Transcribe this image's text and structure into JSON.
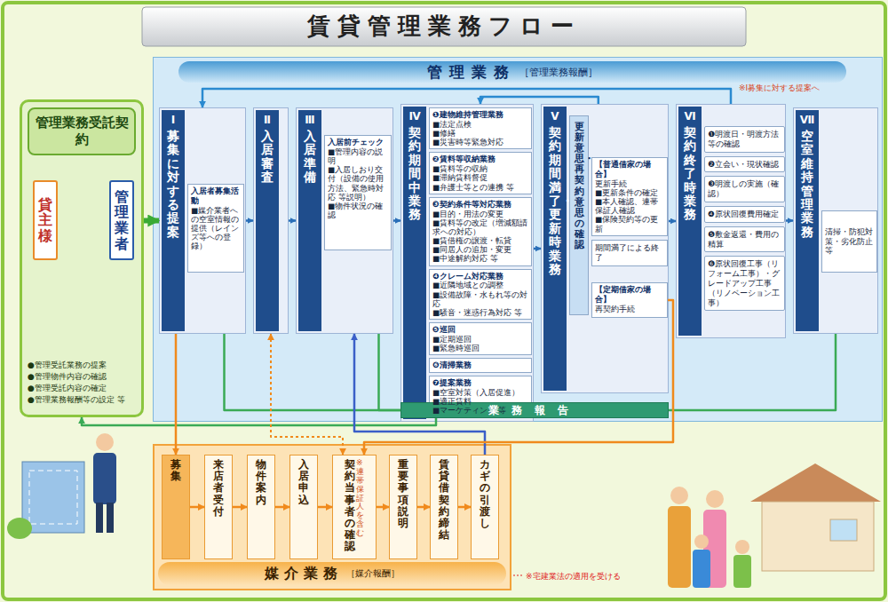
{
  "diagram": {
    "title": "賃貸管理業務フロー",
    "nodes": [
      {
        "text": [
          "管理業務受託契約",
          "●管理受託業務の提案",
          "●管理物件内容の確認",
          "●管理受託内容の確定",
          "●管理業務報酬等の設定 等"
        ]
      },
      {
        "text": [
          "貸主様"
        ],
        "in": 0
      },
      {
        "text": [
          "管理業者"
        ],
        "in": 0
      },
      {
        "text": [
          "管理業務",
          "［管理業務報酬］"
        ]
      },
      {
        "text": [
          "Ⅰ",
          "募集に対する提案"
        ],
        "in": 3
      },
      {
        "text": [
          "入居者募集活動",
          "■媒介業者への空室情報の提供（レインズ等への登録）"
        ],
        "in": 4
      },
      {
        "text": [
          "Ⅱ",
          "入居審査"
        ],
        "in": 3
      },
      {
        "text": [
          "Ⅲ",
          "入居準備"
        ],
        "in": 3
      },
      {
        "text": [
          "入居前チェック",
          "■管理内容の説明",
          "■入居しおり交付（設備の使用方法、緊急時対応 等説明）",
          "■物件状況の確認"
        ],
        "in": 7
      },
      {
        "text": [
          "Ⅳ",
          "契約期間中業務"
        ],
        "in": 3
      },
      {
        "text": [
          "❶建物維持管理業務",
          "■法定点検",
          "■修繕",
          "■災害時等緊急対応"
        ],
        "in": 9
      },
      {
        "text": [
          "❷賃料等収納業務",
          "■賃料等の収納",
          "■滞納賃料督促",
          "■弁護士等との連携 等"
        ],
        "in": 9
      },
      {
        "text": [
          "❸契約条件等対応業務",
          "■目的・用法の変更",
          "■賃料等の改定（増減額請求への対応）",
          "■賃借権の譲渡・転貸",
          "■同居人の追加・変更",
          "■中途解約対応 等"
        ],
        "in": 9
      },
      {
        "text": [
          "❹クレーム対応業務",
          "■近隣地域との調整",
          "■設備故障・水もれ等の対応",
          "■騒音・迷惑行為対応 等"
        ],
        "in": 9
      },
      {
        "text": [
          "❺巡回",
          "■定期巡回",
          "■緊急時巡回"
        ],
        "in": 9
      },
      {
        "text": [
          "❻清掃業務"
        ],
        "in": 9
      },
      {
        "text": [
          "❼提案業務",
          "■空室対策（入居促進）",
          "■適正賃料",
          "■マーケティング 等"
        ],
        "in": 9
      },
      {
        "text": [
          "Ⅴ",
          "契約期間満了・更新時業務"
        ],
        "in": 3
      },
      {
        "text": [
          "更新意思・再契約意思の確認"
        ],
        "in": 17
      },
      {
        "text": [
          "【普通借家の場合】",
          "更新手続",
          "■更新条件の確定",
          "■本人確認、連帯保証人確認",
          "■保険契約等の更新"
        ],
        "in": 17
      },
      {
        "text": [
          "期間満了による終了"
        ],
        "in": 17
      },
      {
        "text": [
          "【定期借家の場合】",
          "再契約手続"
        ],
        "in": 17
      },
      {
        "text": [
          "Ⅵ",
          "契約終了時業務"
        ],
        "in": 3
      },
      {
        "text": [
          "❶明渡日・明渡方法等の確認"
        ],
        "in": 22
      },
      {
        "text": [
          "❷立会い・現状確認"
        ],
        "in": 22
      },
      {
        "text": [
          "❸明渡しの実施（確認）"
        ],
        "in": 22
      },
      {
        "text": [
          "❹原状回復費用確定"
        ],
        "in": 22
      },
      {
        "text": [
          "❺敷金返還・費用の精算"
        ],
        "in": 22
      },
      {
        "text": [
          "❻原状回復工事（リフォーム工事）・グレードアップ工事（リノベーション工事）"
        ],
        "in": 22
      },
      {
        "text": [
          "Ⅶ",
          "空室維持管理業務"
        ],
        "in": 3
      },
      {
        "text": [
          "清掃・防犯対策・劣化防止等"
        ],
        "in": 29
      },
      {
        "text": [
          "業務報告"
        ],
        "in": 3
      },
      {
        "text": [
          "媒介業務",
          "［媒介報酬］"
        ]
      },
      {
        "text": [
          "募集"
        ],
        "in": 32
      },
      {
        "text": [
          "来店者受付"
        ],
        "in": 32
      },
      {
        "text": [
          "物件案内"
        ],
        "in": 32
      },
      {
        "text": [
          "入居申込"
        ],
        "in": 32
      },
      {
        "text": [
          "契約当事者の確認",
          "※連帯保証人を含む"
        ],
        "in": 32
      },
      {
        "text": [
          "重要事項説明"
        ],
        "in": 32
      },
      {
        "text": [
          "賃貸借契約締結"
        ],
        "in": 32
      },
      {
        "text": [
          "カギの引渡し"
        ],
        "in": 32
      }
    ],
    "edges": [
      {
        "from": 0,
        "to": 4,
        "arrow": "to"
      },
      {
        "from": 4,
        "to": 6,
        "arrow": "to"
      },
      {
        "from": 6,
        "to": 7,
        "arrow": "to"
      },
      {
        "from": 7,
        "to": 9,
        "arrow": "to"
      },
      {
        "from": 9,
        "to": 17,
        "arrow": "to"
      },
      {
        "from": 17,
        "to": 22,
        "arrow": "to"
      },
      {
        "from": 22,
        "to": 29,
        "arrow": "to"
      },
      {
        "from": 17,
        "to": 9,
        "arrow": "to"
      },
      {
        "from": 22,
        "to": 4,
        "arrow": "to"
      },
      {
        "from": 4,
        "to": 31,
        "arrow": "none"
      },
      {
        "from": 7,
        "to": 31,
        "arrow": "none"
      },
      {
        "from": 29,
        "to": 31,
        "arrow": "none"
      },
      {
        "from": 31,
        "to": 0,
        "arrow": "to"
      },
      {
        "from": 4,
        "to": 33,
        "arrow": "to"
      },
      {
        "from": 33,
        "to": 34,
        "arrow": "to"
      },
      {
        "from": 34,
        "to": 35,
        "arrow": "to"
      },
      {
        "from": 35,
        "to": 36,
        "arrow": "to"
      },
      {
        "from": 36,
        "to": 37,
        "arrow": "to"
      },
      {
        "from": 37,
        "to": 38,
        "arrow": "to"
      },
      {
        "from": 38,
        "to": 39,
        "arrow": "to"
      },
      {
        "from": 39,
        "to": 40,
        "arrow": "to"
      },
      {
        "from": 6,
        "to": 37,
        "arrow": "both"
      },
      {
        "from": 40,
        "to": 7,
        "arrow": "to"
      },
      {
        "from": 21,
        "to": 37,
        "arrow": "to"
      }
    ],
    "labels": [
      "※Ⅰ募集に対する提案へ",
      "※宅建業法の適用を受ける"
    ]
  }
}
